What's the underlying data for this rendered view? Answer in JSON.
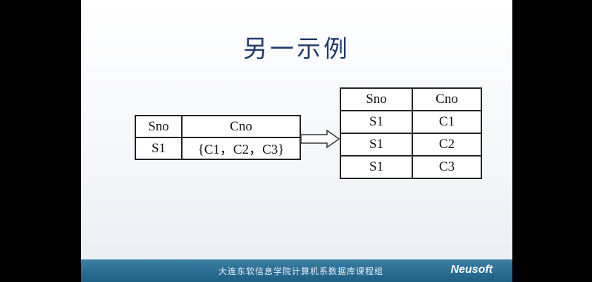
{
  "slide": {
    "title": "另一示例",
    "left_table": {
      "headers": [
        "Sno",
        "Cno"
      ],
      "rows": [
        [
          "S1",
          "{C1，C2，C3}"
        ]
      ]
    },
    "right_table": {
      "headers": [
        "Sno",
        "Cno"
      ],
      "rows": [
        [
          "S1",
          "C1"
        ],
        [
          "S1",
          "C2"
        ],
        [
          "S1",
          "C3"
        ]
      ]
    },
    "footer": {
      "text": "大连东软信息学院计算机系数据库课程组",
      "logo": "Neusoft"
    },
    "colors": {
      "title": "#1f3a6b",
      "footer_bar": "#1e5f86"
    }
  }
}
